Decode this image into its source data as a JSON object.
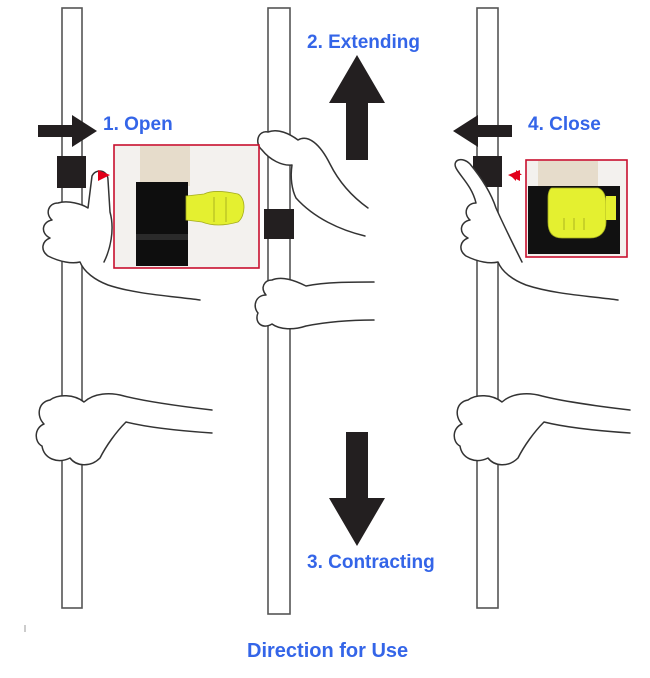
{
  "colors": {
    "label_blue": "#3465e8",
    "arrow": "#231f20",
    "outline": "#333333",
    "callout_border": "#c8102e",
    "clip_yellow": "#e4f030",
    "pole_stroke": "#555555"
  },
  "steps": [
    {
      "label": "1. Open"
    },
    {
      "label": "2. Extending"
    },
    {
      "label": "3. Contracting"
    },
    {
      "label": "4. Close"
    }
  ],
  "footer": {
    "title": "Direction for Use"
  },
  "icons": {
    "open_arrow": "arrow-right-icon",
    "close_arrow": "arrow-left-icon",
    "extend_arrow": "arrow-up-icon",
    "contract_arrow": "arrow-down-icon"
  }
}
